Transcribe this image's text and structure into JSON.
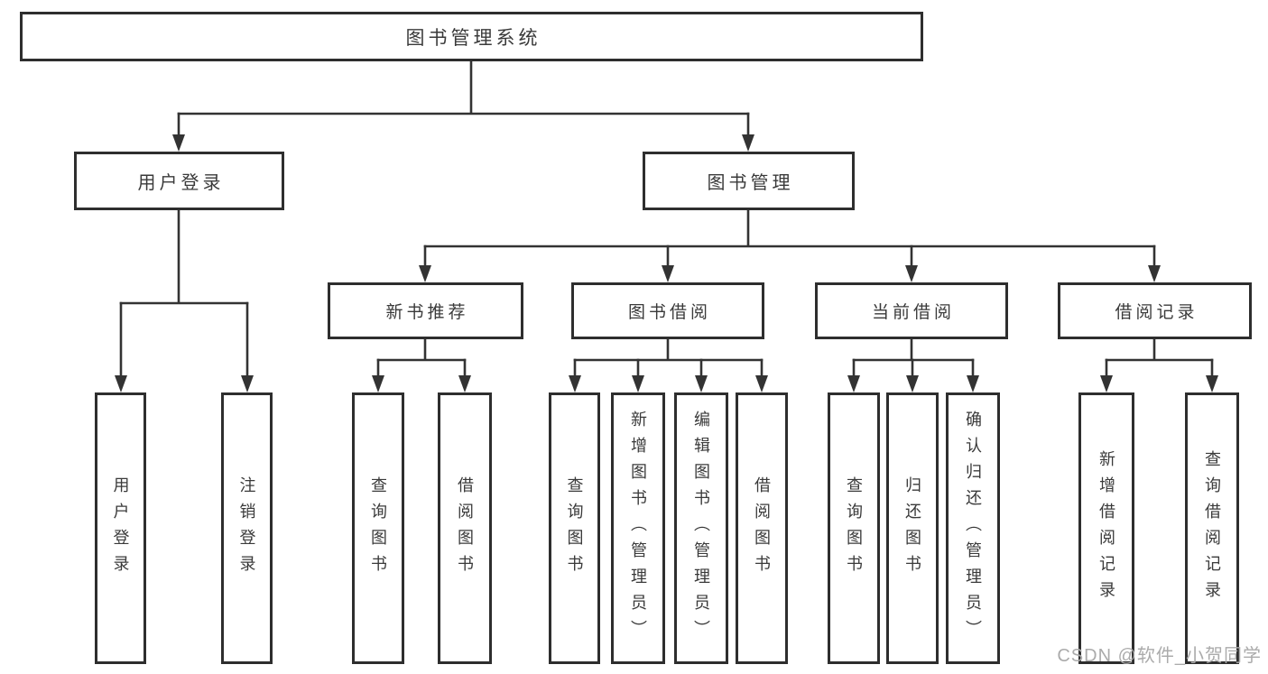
{
  "diagram": {
    "root": {
      "label": "图书管理系统"
    },
    "level2": [
      {
        "label": "用户登录"
      },
      {
        "label": "图书管理"
      }
    ],
    "level3": [
      {
        "label": "新书推荐"
      },
      {
        "label": "图书借阅"
      },
      {
        "label": "当前借阅"
      },
      {
        "label": "借阅记录"
      }
    ],
    "leaves": [
      {
        "label": "用户登录"
      },
      {
        "label": "注销登录"
      },
      {
        "label": "查询图书"
      },
      {
        "label": "借阅图书"
      },
      {
        "label": "查询图书"
      },
      {
        "label": "新增图书（管理员）"
      },
      {
        "label": "编辑图书（管理员）"
      },
      {
        "label": "借阅图书"
      },
      {
        "label": "查询图书"
      },
      {
        "label": "归还图书"
      },
      {
        "label": "确认归还（管理员）"
      },
      {
        "label": "新增借阅记录"
      },
      {
        "label": "查询借阅记录"
      }
    ]
  },
  "watermark": {
    "text": "CSDN @软件_小贺同学"
  },
  "colors": {
    "line": "#333333",
    "border": "#2e2e2e",
    "text": "#3a3a3a",
    "watermark": "#ababab",
    "background": "#ffffff"
  }
}
